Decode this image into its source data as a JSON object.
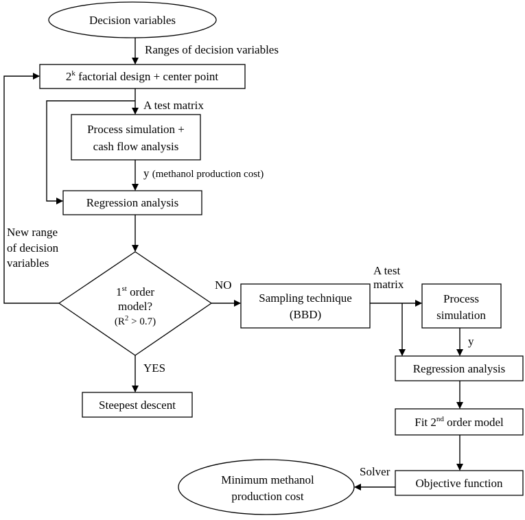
{
  "nodes": {
    "decision_variables": "Decision variables",
    "factorial_base": "2",
    "factorial_exp": "k",
    "factorial_rest": " factorial design + center point",
    "process_sim_line1": "Process simulation +",
    "process_sim_line2": "cash flow analysis",
    "regression_1": "Regression analysis",
    "first_order_line1_a": "1",
    "first_order_line1_sup": "st",
    "first_order_line1_b": " order",
    "first_order_line2": "model?",
    "first_order_line3_a": "(R",
    "first_order_line3_sup": "2",
    "first_order_line3_b": " > 0.7)",
    "steepest_descent": "Steepest descent",
    "sampling_line1": "Sampling technique",
    "sampling_line2": "(BBD)",
    "process_sim2_line1": "Process",
    "process_sim2_line2": "simulation",
    "regression_2": "Regression analysis",
    "fit_second_a": "Fit 2",
    "fit_second_sup": "nd",
    "fit_second_b": " order model",
    "objective_function": "Objective function",
    "minimum_cost_line1": "Minimum methanol",
    "minimum_cost_line2": "production cost"
  },
  "edge_labels": {
    "ranges": "Ranges of decision variables",
    "test_matrix_1": "A test matrix",
    "y_methanol_a": "y ",
    "y_methanol_b": "(methanol production cost)",
    "new_range_line1": "New range",
    "new_range_line2": "of decision",
    "new_range_line3": "variables",
    "no": "NO",
    "yes": "YES",
    "test_matrix_2_line1": "A test",
    "test_matrix_2_line2": "matrix",
    "y2": "y",
    "solver": "Solver"
  }
}
